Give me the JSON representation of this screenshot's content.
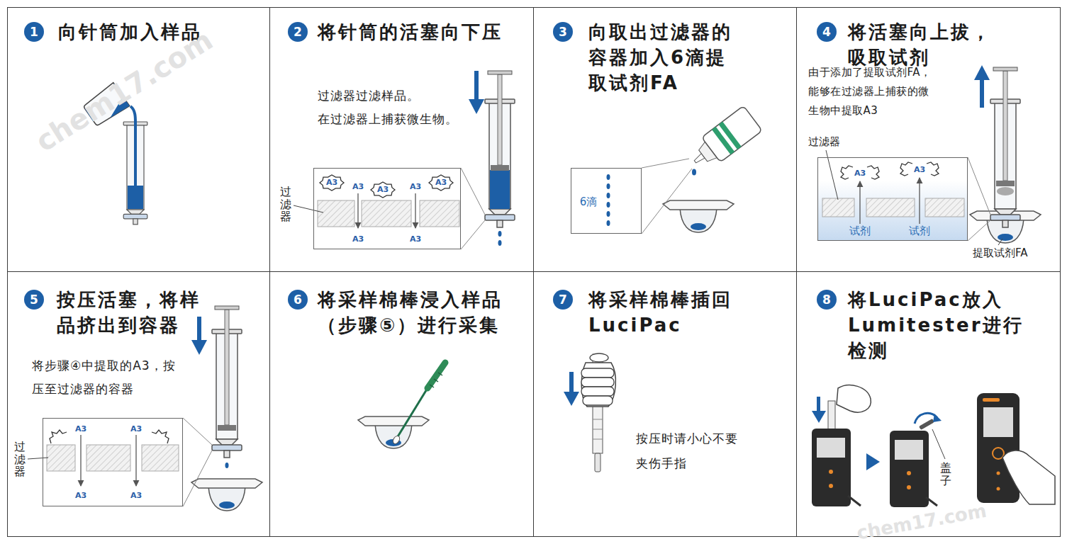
{
  "diagram": {
    "nodes": [
      {
        "text": [
          "向针筒加入样品"
        ]
      },
      {
        "text": [
          "1"
        ],
        "in": 0
      },
      {
        "text": [
          "将针筒的活塞向下压",
          "过滤器过滤样品。 在过滤器上捕获微生物。"
        ]
      },
      {
        "text": [
          "2"
        ],
        "in": 2
      },
      {
        "text": [
          "A3",
          "A3",
          "A3",
          "A3",
          "A3",
          "A3",
          "A3"
        ],
        "in": 2
      },
      {
        "text": [
          "向取出过滤器的 容器加入6滴提 取试剂FA"
        ]
      },
      {
        "text": [
          "3"
        ],
        "in": 5
      },
      {
        "text": [
          "6滴"
        ],
        "in": 5
      },
      {
        "text": [
          "将活塞向上拔， 吸取试剂",
          "由于添加了提取试剂FA， 能够在过滤器上捕获的微 生物中提取A3"
        ]
      },
      {
        "text": [
          "4"
        ],
        "in": 8
      },
      {
        "text": [
          "A3",
          "A3",
          "试剂",
          "试剂"
        ],
        "in": 8
      },
      {
        "text": [
          "按压活塞，将样 品挤出到容器",
          "将步骤④中提取的A3，按 压至过滤器的容器"
        ]
      },
      {
        "text": [
          "5"
        ],
        "in": 11
      },
      {
        "text": [
          "A3",
          "A3",
          "A3",
          "A3"
        ],
        "in": 11
      },
      {
        "text": [
          "将采样棉棒浸入样品 （步骤⑤）进行采集"
        ]
      },
      {
        "text": [
          "6"
        ],
        "in": 14
      },
      {
        "text": [
          "将采样棉棒插回 LuciPac",
          "按压时请小心不要 夹伤手指"
        ]
      },
      {
        "text": [
          "7"
        ],
        "in": 16
      },
      {
        "text": [
          "将LuciPac放入 Lumitester进行 检测"
        ]
      },
      {
        "text": [
          "8"
        ],
        "in": 18
      }
    ],
    "labels": [
      "过滤器",
      "过滤器",
      "提取试剂FA",
      "过滤器",
      "盖子",
      "chem17.com",
      "chem17.com"
    ]
  }
}
